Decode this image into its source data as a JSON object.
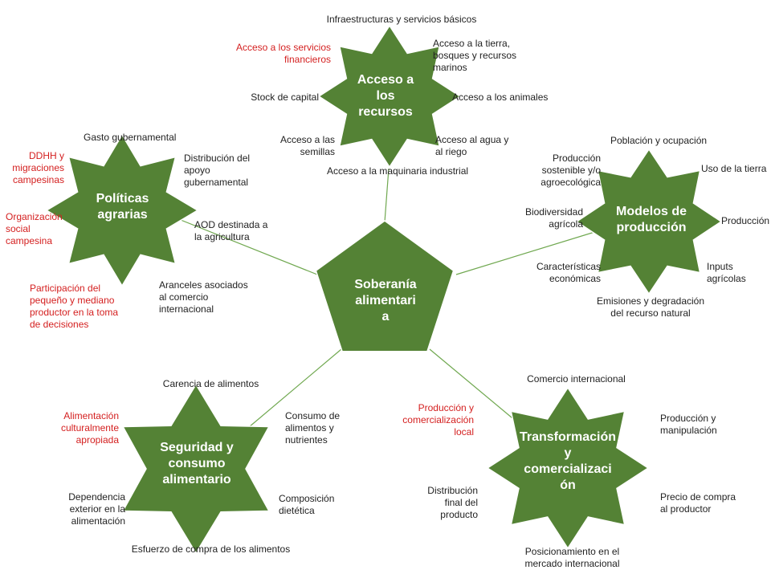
{
  "colors": {
    "shape_fill": "#548235",
    "shape_stroke": "#ffffff",
    "connector": "#70a850",
    "text": "#222222",
    "highlight": "#d42020"
  },
  "center": {
    "title": "Soberanía\nalimentari\na"
  },
  "clusters": {
    "acceso": {
      "title": "Acceso a\nlos\nrecursos",
      "labels": [
        "Infraestructuras  y servicios básicos",
        "Acceso a los servicios\nfinancieros",
        "Acceso a la tierra,\nbosques y recursos\nmarinos",
        "Stock de capital",
        "Acceso a los animales",
        "Acceso a las\nsemillas",
        "Acceso al agua y\nal riego",
        "Acceso a la maquinaria  industrial"
      ]
    },
    "politicas": {
      "title": "Políticas\nagrarias",
      "labels": [
        "Gasto gubernamental",
        "DDHH y\nmigraciones\ncampesinas",
        "Distribución del\napoyo\ngubernamental",
        "Organización\nsocial\ncampesina",
        "AOD destinada a\nla agricultura",
        "Participación del\npequeño y mediano\nproductor en la toma\nde decisiones",
        "Aranceles  asociados\nal comercio\ninternacional"
      ]
    },
    "modelos": {
      "title": "Modelos de\nproducción",
      "labels": [
        "Población y ocupación",
        "Producción\nsostenible y/o\nagroecológica",
        "Uso de la tierra",
        "Biodiversidad\nagrícola",
        "Producción",
        "Características\neconómicas",
        "Inputs\nagrícolas",
        "Emisiones y degradación\ndel recurso natural"
      ]
    },
    "seguridad": {
      "title": "Seguridad y\nconsumo\nalimentario",
      "labels": [
        "Carencia  de alimentos",
        "Alimentación\nculturalmente\napropiada",
        "Consumo de\nalimentos y\nnutrientes",
        "Dependencia\nexterior en la\nalimentación",
        "Composición\ndietética",
        "Esfuerzo de compra de los alimentos"
      ]
    },
    "transformacion": {
      "title": "Transformación\ny\ncomercializaci\nón",
      "labels": [
        "Comercio internacional",
        "Producción y\ncomercialización\nlocal",
        "Producción y\nmanipulación",
        "Distribución\nfinal del\nproducto",
        "Precio de compra\nal productor",
        "Posicionamiento en el\nmercado internacional"
      ]
    }
  }
}
